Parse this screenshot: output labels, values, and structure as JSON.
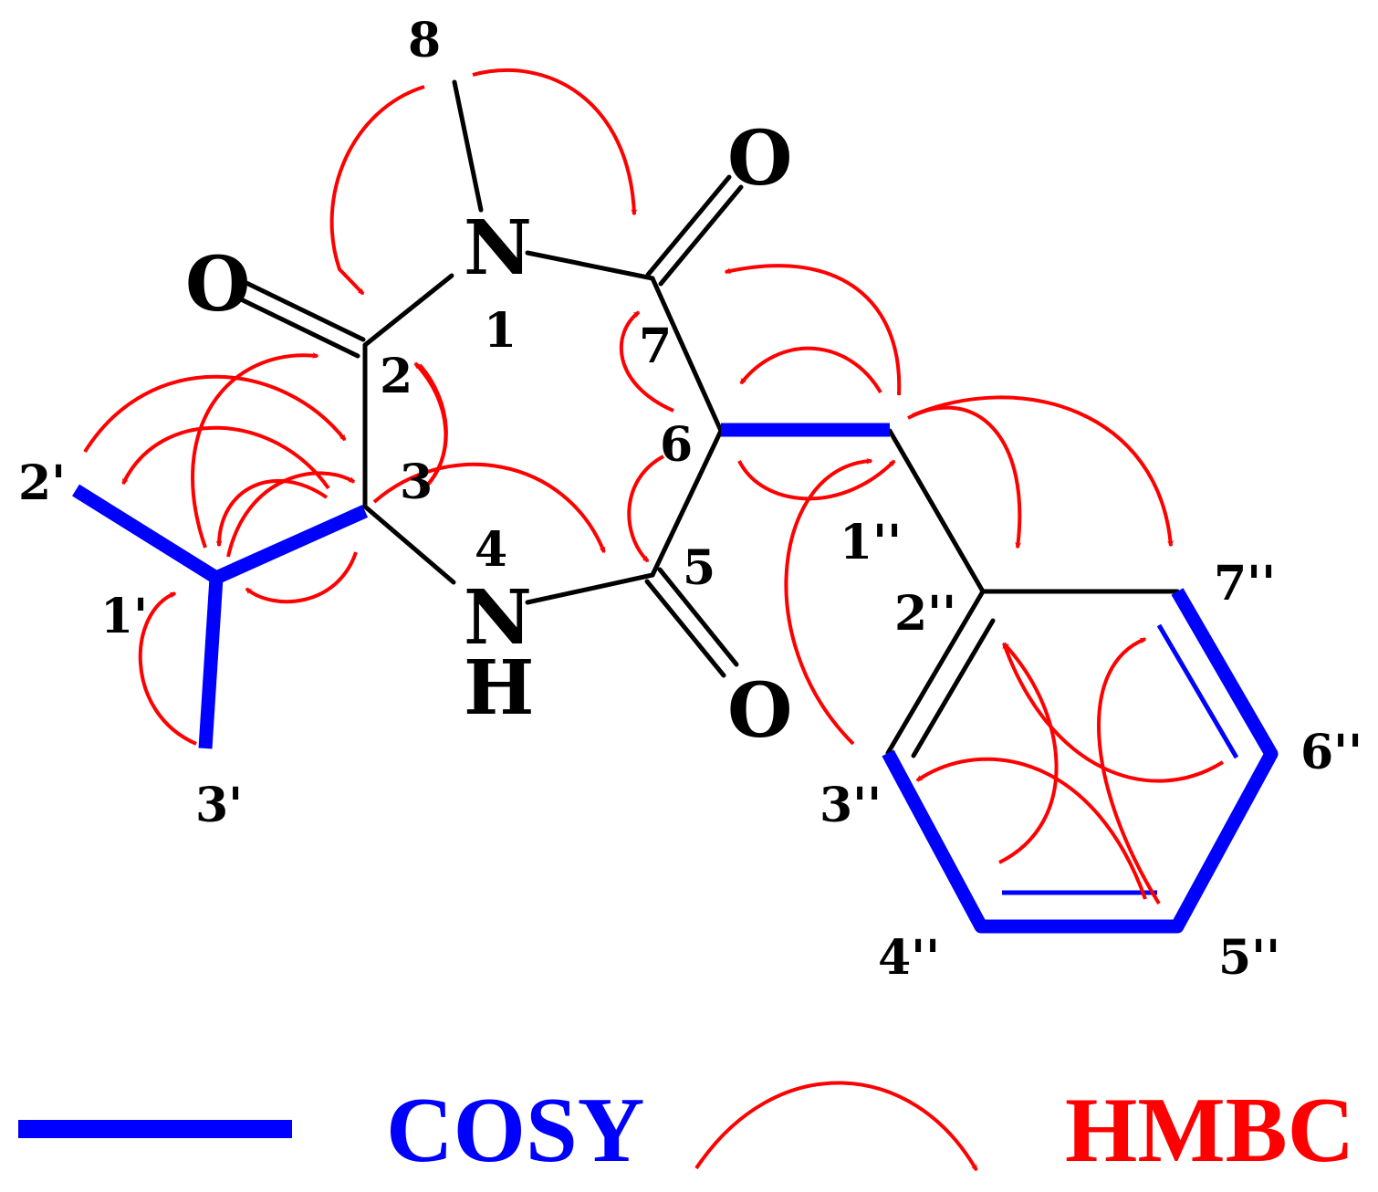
{
  "atoms": {
    "o_top": "O",
    "o_left": "O",
    "o_bottom": "O",
    "n1": "N",
    "n4": "N",
    "h4": "H"
  },
  "labels": {
    "c1": "1",
    "c2": "2",
    "c3": "3",
    "c4": "4",
    "c5": "5",
    "c6": "6",
    "c7": "7",
    "c8": "8",
    "c1p": "1'",
    "c2p": "2'",
    "c3p": "3'",
    "c1pp": "1''",
    "c2pp": "2''",
    "c3pp": "3''",
    "c4pp": "4''",
    "c5pp": "5''",
    "c6pp": "6''",
    "c7pp": "7''"
  },
  "legend": {
    "cosy": "COSY",
    "hmbc": "HMBC"
  },
  "colors": {
    "cosy": "#0000ff",
    "hmbc": "#ff0000",
    "bond": "#000000"
  }
}
